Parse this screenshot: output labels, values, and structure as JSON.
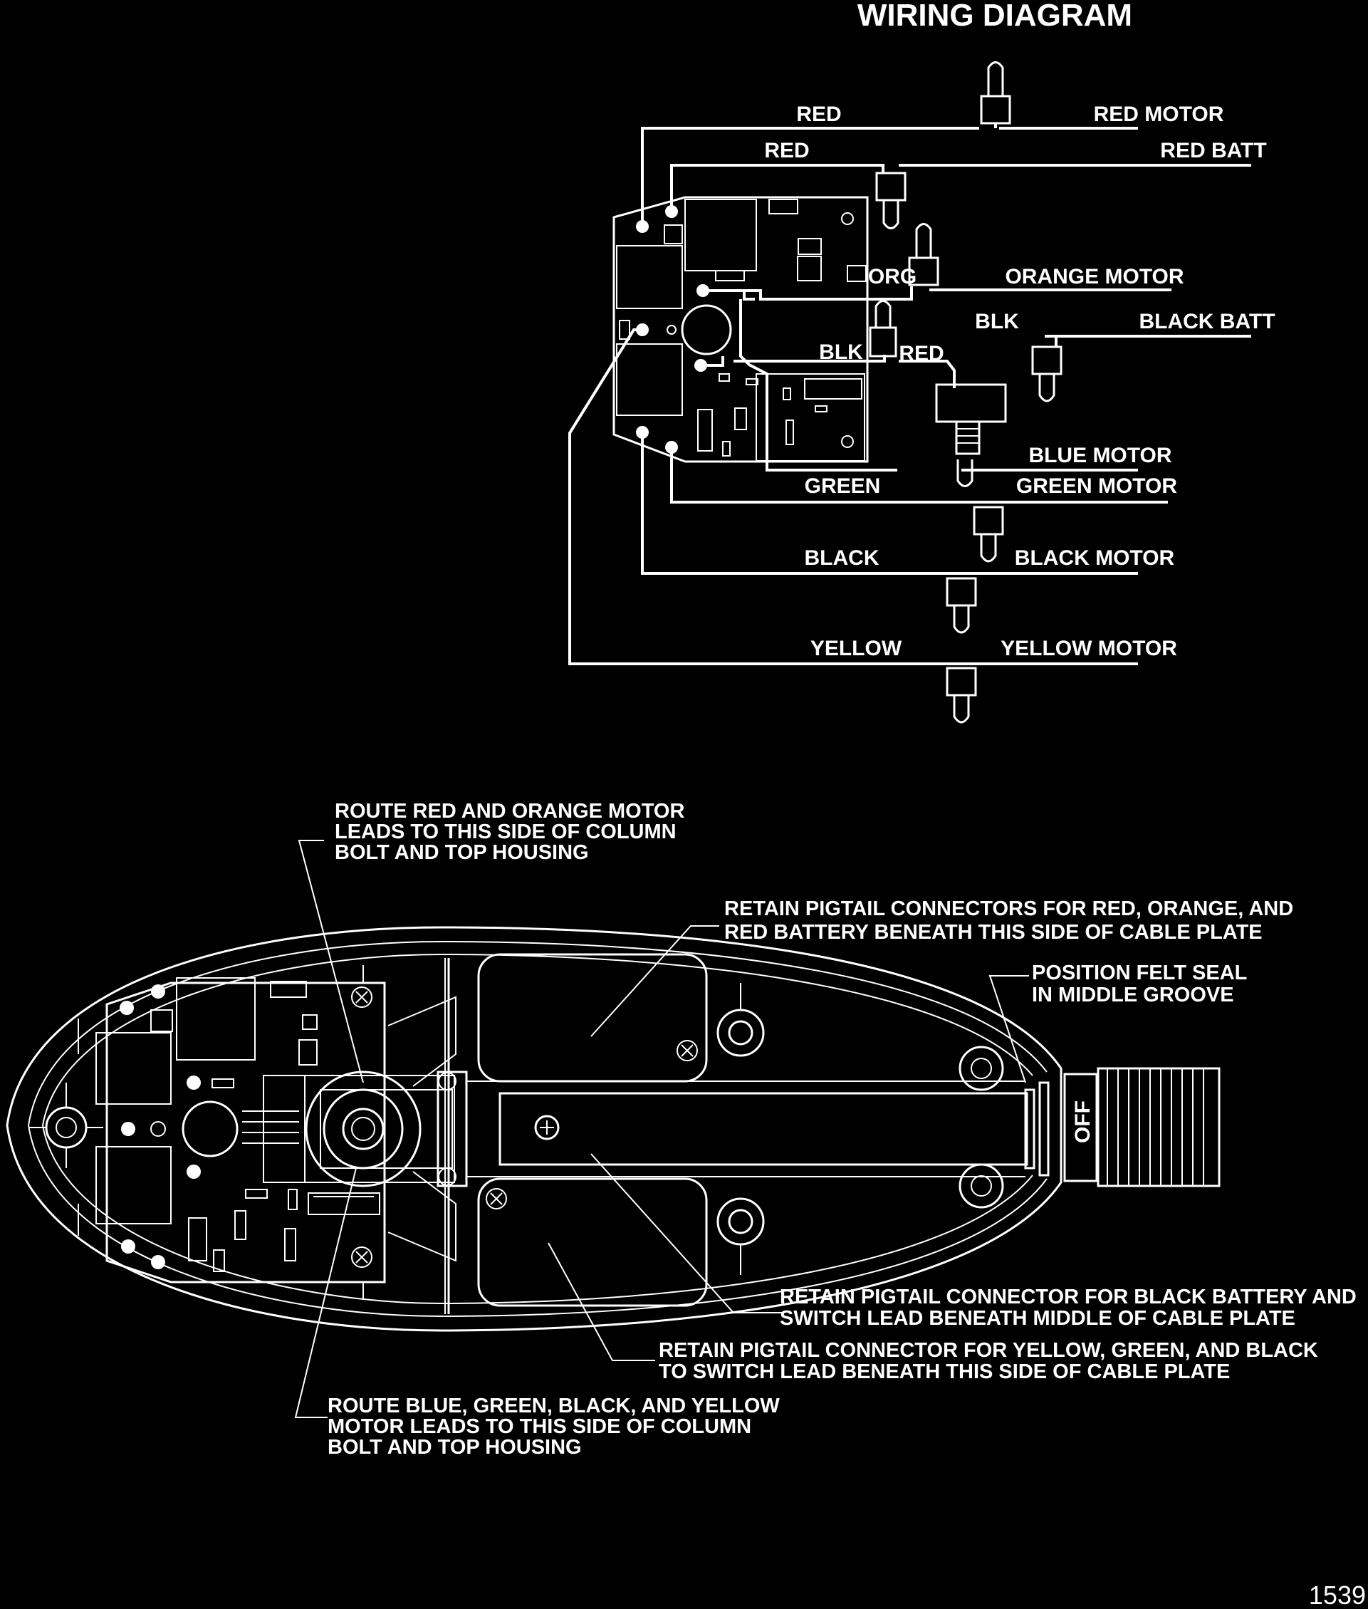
{
  "title": "WIRING DIAGRAM",
  "figure_number": "1539",
  "wire_labels": {
    "red_top": "RED",
    "red_motor": "RED MOTOR",
    "red_second": "RED",
    "red_batt": "RED BATT",
    "org": "ORG",
    "orange_motor": "ORANGE MOTOR",
    "blk_mid": "BLK",
    "black_batt": "BLACK BATT",
    "blk_left": "BLK",
    "red_switch": "RED",
    "blue_motor": "BLUE MOTOR",
    "green": "GREEN",
    "green_motor": "GREEN MOTOR",
    "black": "BLACK",
    "black_motor": "BLACK MOTOR",
    "yellow": "YELLOW",
    "yellow_motor": "YELLOW MOTOR"
  },
  "callouts": {
    "route_red_orange": [
      "ROUTE RED AND ORANGE MOTOR",
      "LEADS TO THIS SIDE OF COLUMN",
      "BOLT AND TOP HOUSING"
    ],
    "retain_red_orange": [
      "RETAIN PIGTAIL CONNECTORS FOR  RED, ORANGE, AND",
      "RED BATTERY BENEATH THIS SIDE OF CABLE PLATE"
    ],
    "felt_seal": [
      "POSITION FELT SEAL",
      "IN MIDDLE GROOVE"
    ],
    "retain_black_battery": [
      "RETAIN PIGTAIL CONNECTOR FOR BLACK BATTERY AND",
      "SWITCH LEAD BENEATH MIDDLE OF CABLE PLATE"
    ],
    "retain_yellow_green_black": [
      "RETAIN PIGTAIL CONNECTOR FOR YELLOW, GREEN, AND BLACK",
      "TO SWITCH LEAD BENEATH THIS SIDE OF CABLE PLATE"
    ],
    "route_blue_green": [
      "ROUTE BLUE, GREEN, BLACK, AND YELLOW",
      "MOTOR LEADS TO THIS SIDE OF COLUMN",
      "BOLT AND TOP HOUSING"
    ]
  },
  "switch_text": "OFF"
}
